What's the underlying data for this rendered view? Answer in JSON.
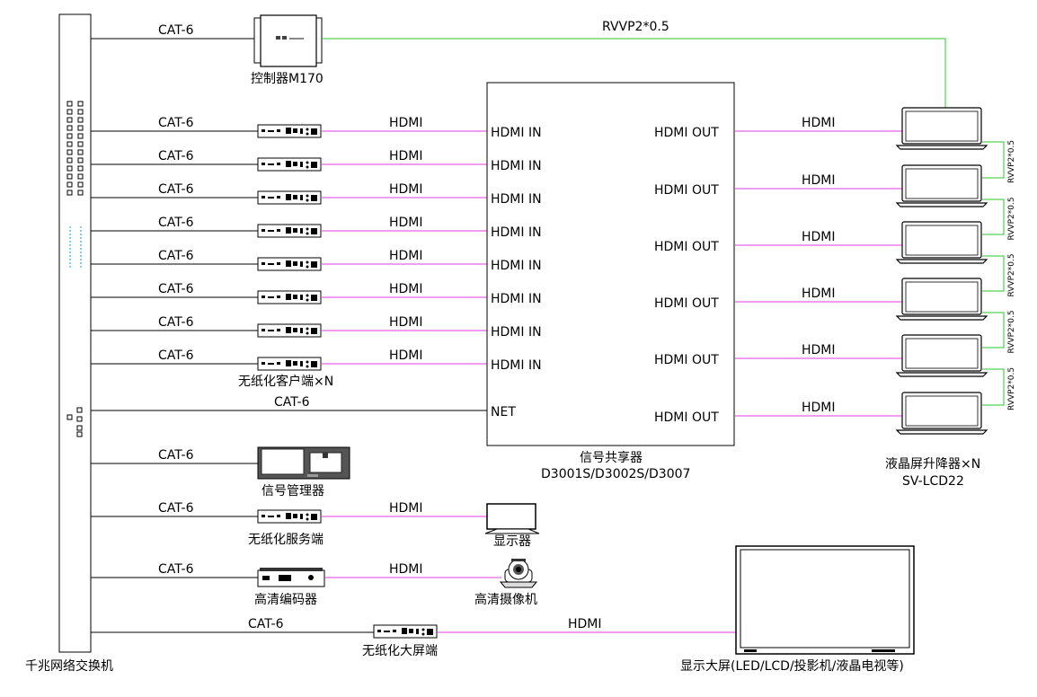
{
  "switch": {
    "label": "千兆网络交换机"
  },
  "controller": {
    "label": "控制器M170",
    "cable": "CAT-6",
    "line_to_display": "RVVP2*0.5"
  },
  "clients": {
    "label": "无纸化客户端×N",
    "cable": "CAT-6",
    "out_cable": "HDMI",
    "count": 8
  },
  "sharer": {
    "label": "信号共享器",
    "model": "D3001S/D3002S/D3007",
    "inputs": [
      "HDMI IN",
      "HDMI IN",
      "HDMI IN",
      "HDMI IN",
      "HDMI IN",
      "HDMI IN",
      "HDMI IN",
      "HDMI IN"
    ],
    "outputs": [
      "HDMI OUT",
      "HDMI OUT",
      "HDMI OUT",
      "HDMI OUT",
      "HDMI OUT",
      "HDMI OUT"
    ],
    "net_label": "NET",
    "net_cable": "CAT-6"
  },
  "displays": {
    "label": "液晶屏升降器×N",
    "model": "SV-LCD22",
    "cable": "HDMI",
    "chain_labels": [
      "RVVP2*0.5",
      "RVVP2*0.5",
      "RVVP2*0.5",
      "RVVP2*0.5",
      "RVVP2*0.5"
    ]
  },
  "signal_manager": {
    "label": "信号管理器",
    "cable": "CAT-6"
  },
  "server": {
    "label": "无纸化服务端",
    "cable": "CAT-6",
    "out_cable": "HDMI",
    "monitor_label": "显示器"
  },
  "encoder": {
    "label": "高清编码器",
    "cable": "CAT-6",
    "out_cable": "HDMI",
    "camera_label": "高清摄像机"
  },
  "big_screen_client": {
    "label": "无纸化大屏端",
    "cable": "CAT-6",
    "out_cable": "HDMI"
  },
  "big_screen": {
    "label": "显示大屏(LED/LCD/投影机/液晶电视等)"
  },
  "colors": {
    "hdmi": "#e23ee2",
    "rvvp": "#31c431",
    "line": "#000000"
  }
}
